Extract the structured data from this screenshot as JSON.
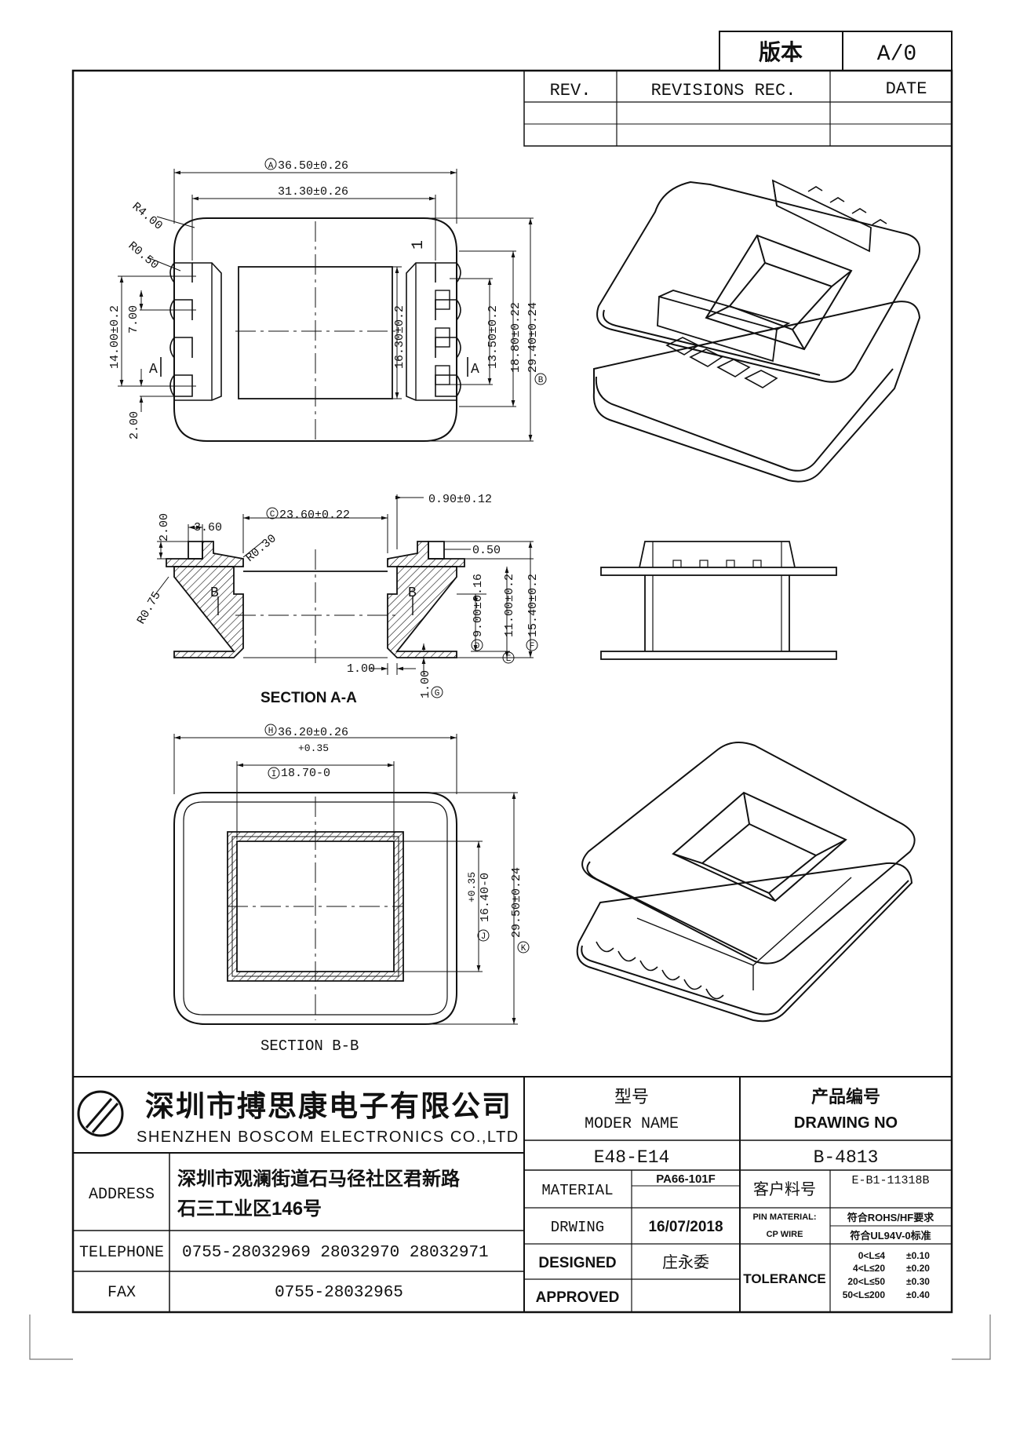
{
  "version_box": {
    "label": "版本",
    "value": "A/0"
  },
  "revision_table": {
    "rev": "REV.",
    "revisions_rec": "REVISIONS REC.",
    "date": "DATE"
  },
  "top_view": {
    "dim_a": "36.50±0.26",
    "dim_inner_width": "31.30±0.26",
    "radius_outer": "R4.00",
    "radius_slot": "R0.50",
    "pin_one_mark": "1",
    "dim_14": "14.00±0.2",
    "dim_7": "7.00",
    "dim_2": "2.00",
    "dim_16_30": "16.30±0.2",
    "dim_13_50": "13.50±0.2",
    "dim_18_80": "18.80±0.22",
    "dim_29_40": "29.40±0.24",
    "section_marker": "A",
    "label_a": "A",
    "label_b": "B"
  },
  "section_aa": {
    "dim_c": "23.60±0.22",
    "dim_wall": "0.90±0.12",
    "dim_3_60": "3.60",
    "dim_2_00": "2.00",
    "radius_r030": "R0.30",
    "radius_r075": "R0.75",
    "dim_0_50": "0.50",
    "dim_9_00": "9.00±0.16",
    "dim_11_00": "11.00±0.2",
    "dim_15_40": "15.40±0.2",
    "dim_1_00_h": "1.00",
    "dim_1_00_v": "1.00",
    "section_marker": "B",
    "label_d": "D",
    "label_e": "E",
    "label_f": "F",
    "label_g": "G",
    "caption": "SECTION A-A",
    "label_c": "C"
  },
  "section_bb": {
    "dim_h": "36.20±0.26",
    "dim_i_tol": "+0.35",
    "dim_i": "18.70-0",
    "dim_j_tol": "+0.35",
    "dim_j": "16.40-0",
    "dim_k": "29.50±0.24",
    "caption": "SECTION B-B",
    "label_h": "H",
    "label_i": "I",
    "label_j": "J",
    "label_k": "K"
  },
  "title_block": {
    "company_cn": "深圳市搏思康电子有限公司",
    "company_en": "SHENZHEN BOSCOM ELECTRONICS CO.,LTD",
    "model_cn": "型号",
    "model_en": "MODER NAME",
    "model_value": "E48-E14",
    "drawing_cn": "产品编号",
    "drawing_en": "DRAWING NO",
    "drawing_value": "B-4813",
    "address_label": "ADDRESS",
    "address_line1": "深圳市观澜街道石马径社区君新路",
    "address_line2": "石三工业区146号",
    "telephone_label": "TELEPHONE",
    "telephone_value": "0755-28032969 28032970 28032971",
    "fax_label": "FAX",
    "fax_value": "0755-28032965",
    "material_label": "MATERIAL",
    "material_value": "PA66-101F",
    "customer_code_label": "客户料号",
    "customer_code_value": "E-B1-11318B",
    "drwing_label": "DRWING",
    "drwing_value": "16/07/2018",
    "pin_material_label": "PIN MATERIAL:",
    "cp_wire_label": "CP WIRE",
    "rohs_value": "符合ROHS/HF要求",
    "ul_value": "符合UL94V-0标准",
    "designed_label": "DESIGNED",
    "designed_value": "庄永委",
    "approved_label": "APPROVED",
    "tolerance_label": "TOLERANCE",
    "tolerance_rows": [
      {
        "range": "0<L≤4",
        "value": "±0.10"
      },
      {
        "range": "4<L≤20",
        "value": "±0.20"
      },
      {
        "range": "20<L≤50",
        "value": "±0.30"
      },
      {
        "range": "50<L≤200",
        "value": "±0.40"
      }
    ]
  }
}
